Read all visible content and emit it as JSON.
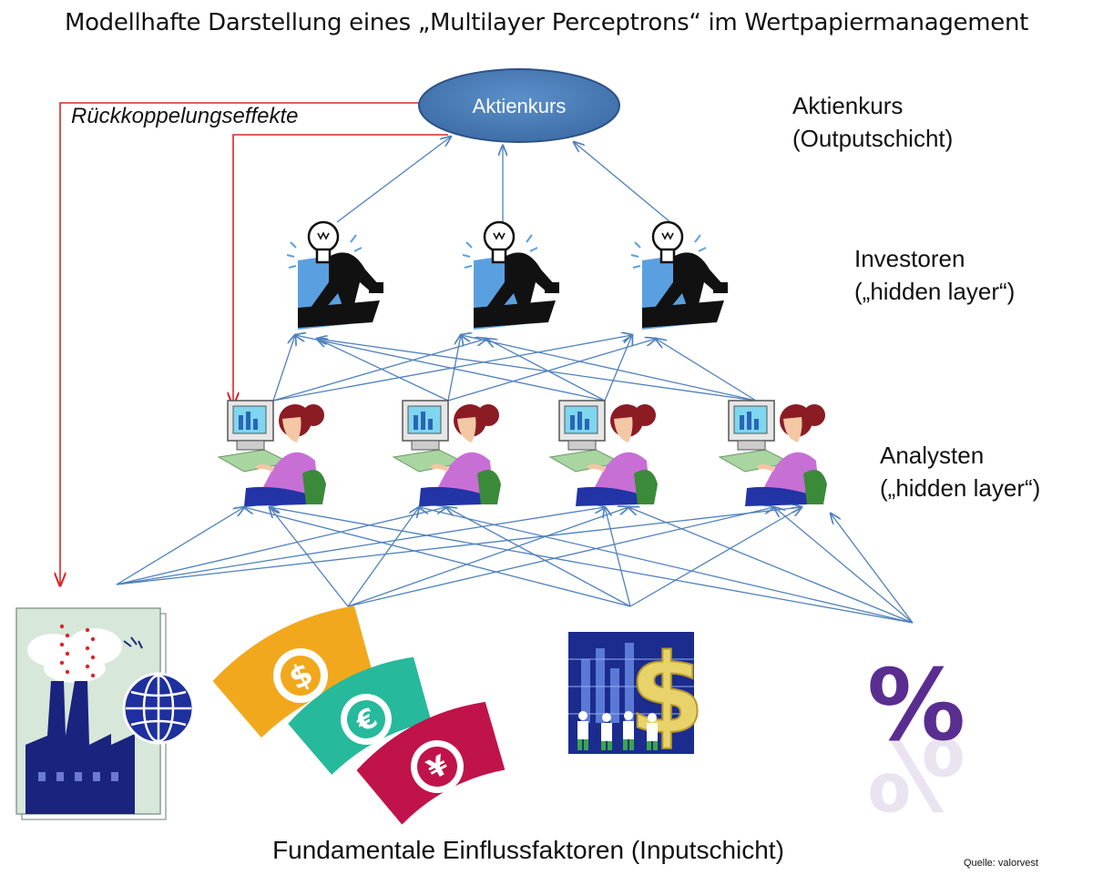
{
  "title": "Modellhafte Darstellung eines „Multilayer Perceptrons“ im Wertpapiermanagement",
  "output_node": {
    "label": "Aktienkurs"
  },
  "feedback_label": "Rückkoppelungseffekte",
  "layers": {
    "output": {
      "line1": "Aktienkurs",
      "line2": "(Outputschicht)"
    },
    "investors": {
      "line1": "Investoren",
      "line2": "(„hidden layer“)"
    },
    "analysts": {
      "line1": "Analysten",
      "line2": "(„hidden layer“)"
    },
    "input": {
      "label": "Fundamentale Einflussfaktoren  (Inputschicht)"
    }
  },
  "inputs": [
    {
      "icon": "factory-globe-icon"
    },
    {
      "icon": "currency-symbols-icon"
    },
    {
      "icon": "dollar-chart-people-icon"
    },
    {
      "icon": "percent-icon"
    }
  ],
  "source": "Quelle: valorvest",
  "colors": {
    "node": "#4f81bd",
    "arrows": "#4f81bd",
    "feedback": "#d9262a",
    "percent": "#5a2d91"
  }
}
